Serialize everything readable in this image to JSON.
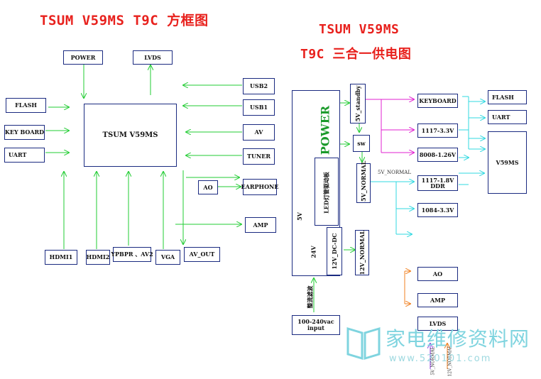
{
  "left_diagram": {
    "title": "TSUM V59MS T9C 方框图",
    "center": "TSUM V59MS",
    "power": "POWER",
    "lvds": "LVDS",
    "flash": "FLASH",
    "keyboard": "KEY BOARD",
    "uart": "UART",
    "usb2": "USB2",
    "usb1": "USB1",
    "av": "AV",
    "tuner": "TUNER",
    "ao": "AO",
    "earphone": "EARPHONE",
    "amp": "AMP",
    "hdmi1": "HDMI1",
    "hdmi2": "HDMI2",
    "ypbpr": "YPBPR 、AV2",
    "vga": "VGA",
    "av_out": "AV_OUT"
  },
  "right_diagram": {
    "title_line1": "TSUM V59MS",
    "title_line2": "T9C 三合一供电图",
    "power": "POWER",
    "v5": "5V",
    "v24": "24V",
    "led_driver": "LED灯管驱动板",
    "dcdc": "12V_DC-DC",
    "v5_standby": "5V_standby",
    "sw": "sw",
    "v5_normal": "5V_NORMAL",
    "v12_normal": "12V_NORMAL",
    "v5_normal_label": "5V_NORMAL",
    "keyboard": "KEYBOARD",
    "reg_33": "1117-3.3V",
    "reg_126": "8008-1.26V",
    "reg_18": "1117-1.8V DDR",
    "reg_1084": "1084-3.3V",
    "flash": "FLASH",
    "uart": "UART",
    "v59ms": "V59MS",
    "ao": "AO",
    "amp": "AMP",
    "lvds": "LVDS",
    "input": "100-240vac input",
    "rectifier": "整流滤波",
    "bottom_5v": "5V_NORMAL",
    "bottom_12v": "12V_NORMAL"
  },
  "watermark": {
    "text": "家电维修资料网",
    "url": "www.520101.com"
  },
  "colors": {
    "title": "#e8211d",
    "box_border": "#1a2a80",
    "green_arrow": "#22cc33",
    "magenta_arrow": "#e020d0",
    "cyan_arrow": "#30d8e0",
    "orange_arrow": "#f08020",
    "purple_arrow": "#9040e0",
    "watermark": "#7fd4df"
  }
}
